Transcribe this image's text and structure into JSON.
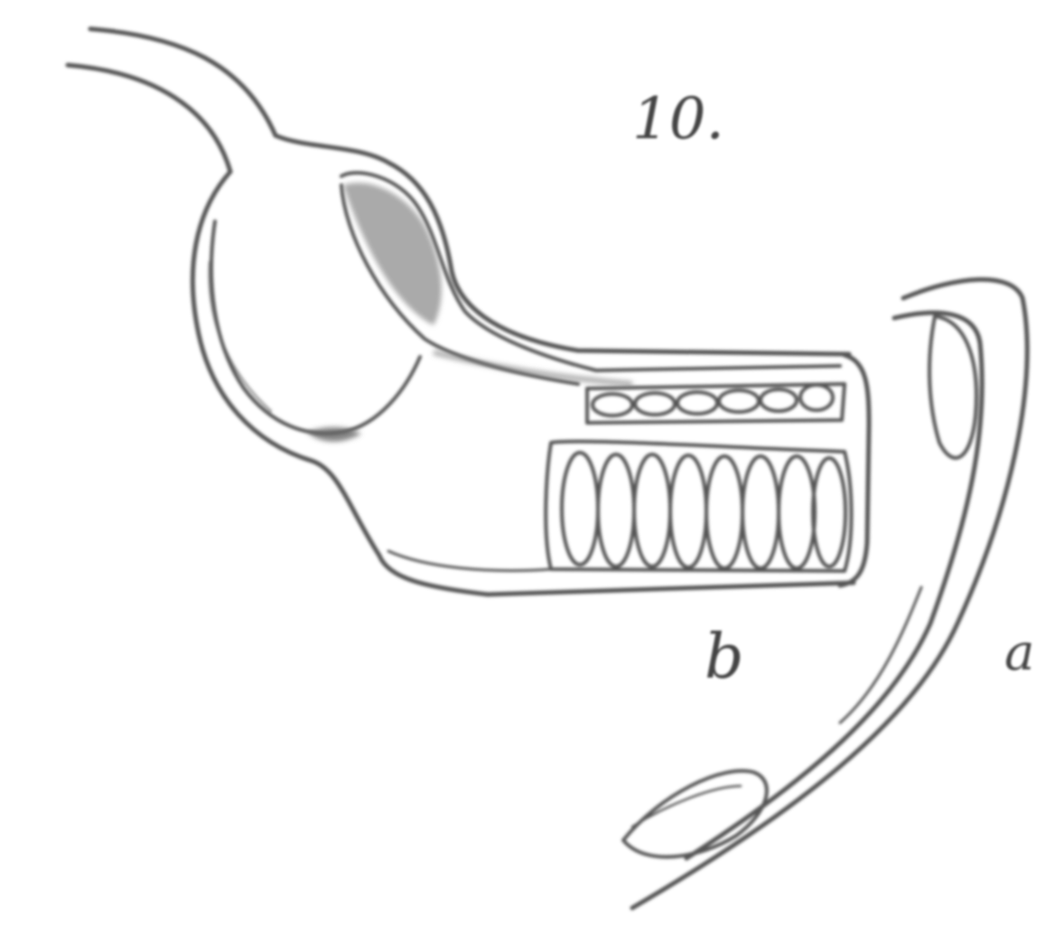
{
  "figure": {
    "number_label": "10.",
    "labels": {
      "b": "b",
      "a": "a"
    }
  },
  "colors": {
    "ink": "#555555",
    "paper": "#ffffff"
  }
}
